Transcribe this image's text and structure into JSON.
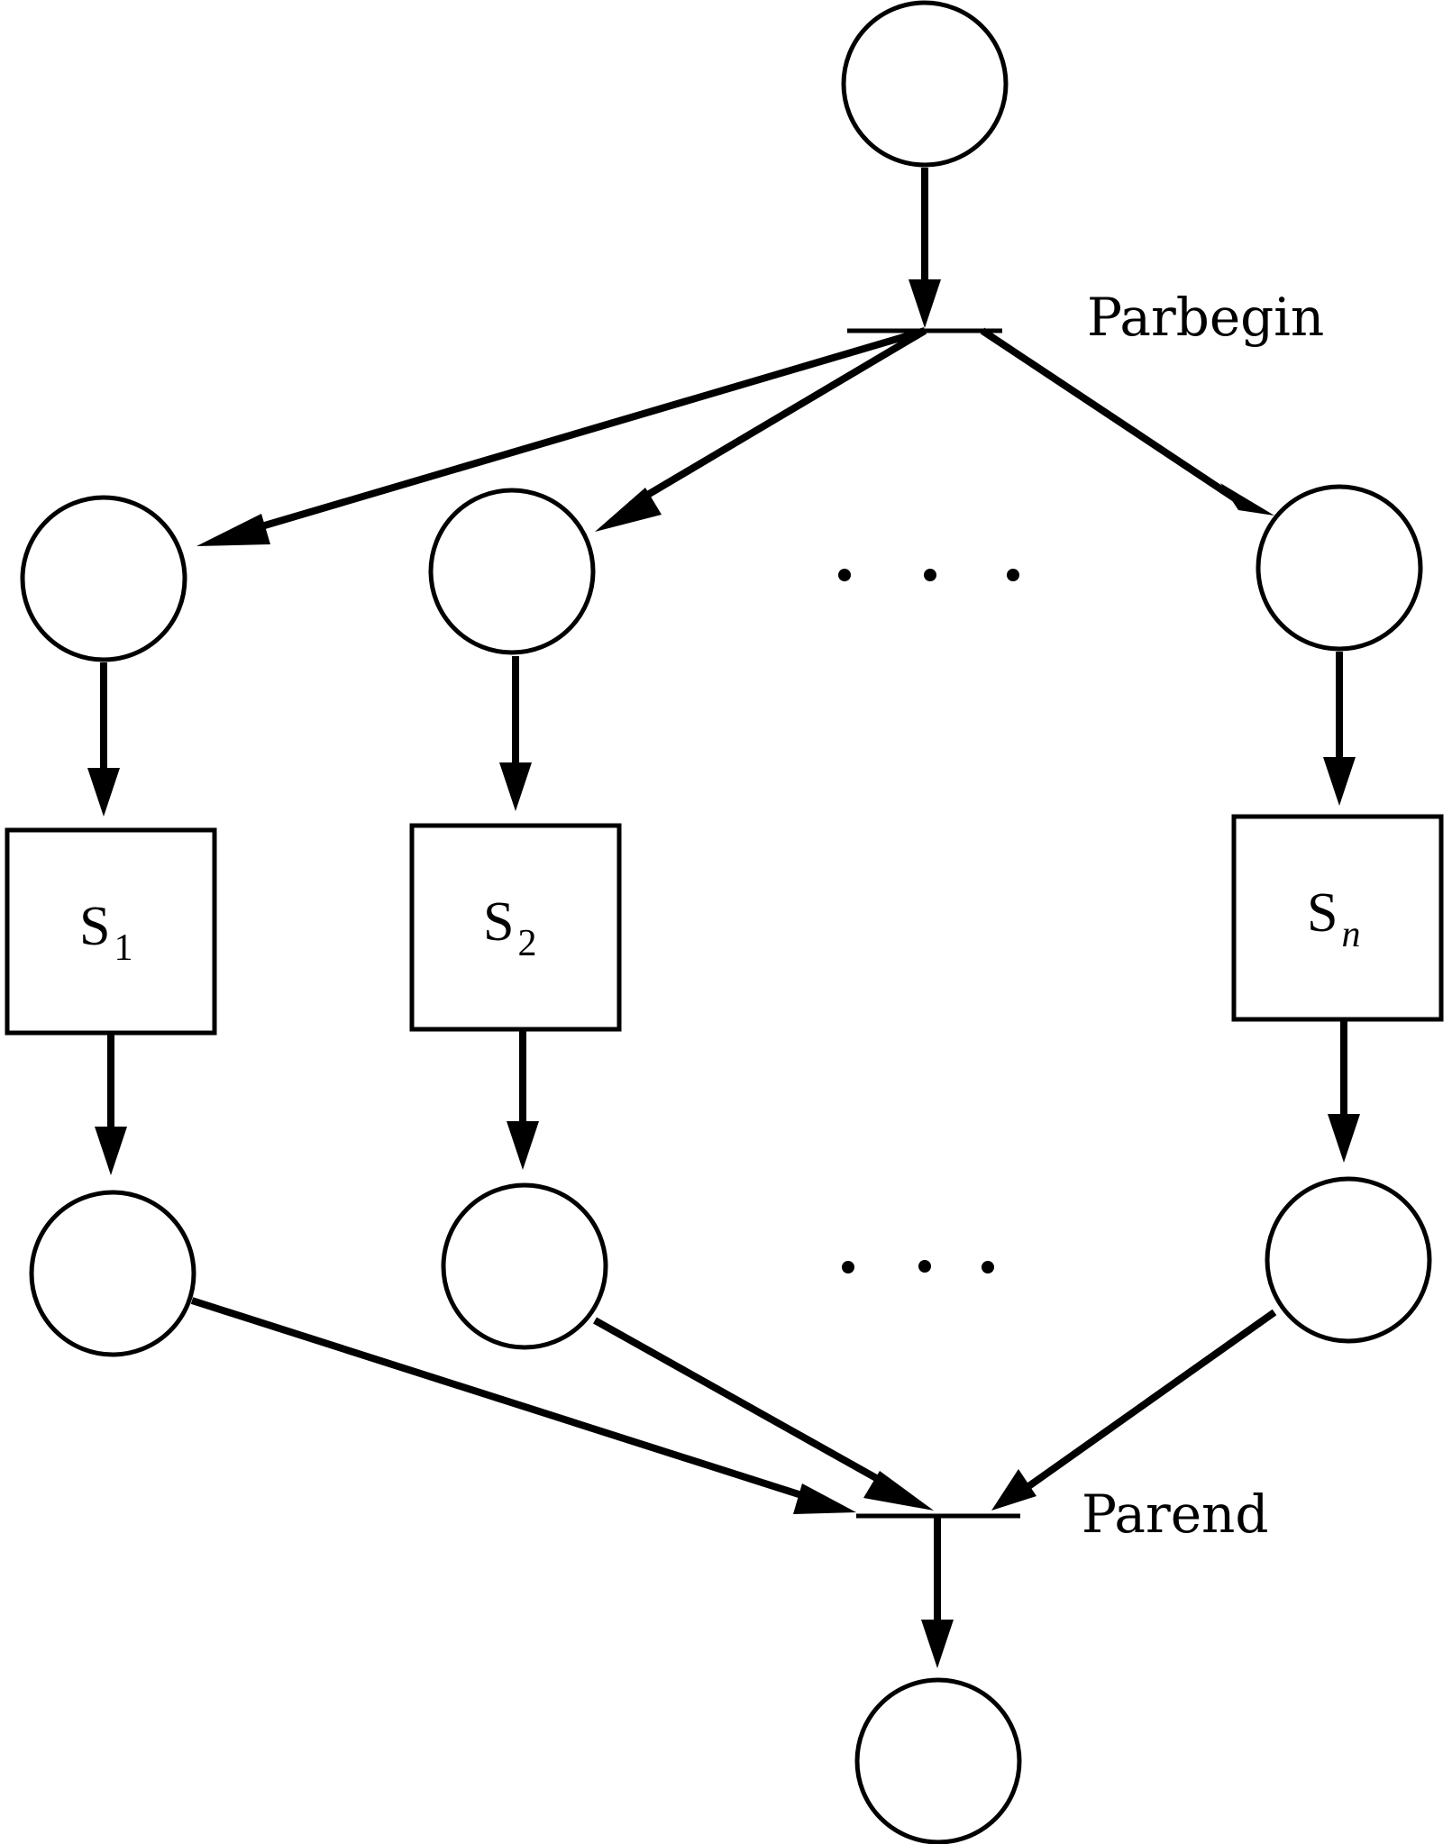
{
  "labels": {
    "parbegin": "Parbegin",
    "parend": "Parend"
  },
  "statements": [
    {
      "base": "S",
      "sub": "1",
      "sub_italic": false
    },
    {
      "base": "S",
      "sub": "2",
      "sub_italic": false
    },
    {
      "base": "S",
      "sub": "n",
      "sub_italic": true
    }
  ],
  "colors": {
    "stroke": "#000000",
    "background": "#ffffff"
  }
}
